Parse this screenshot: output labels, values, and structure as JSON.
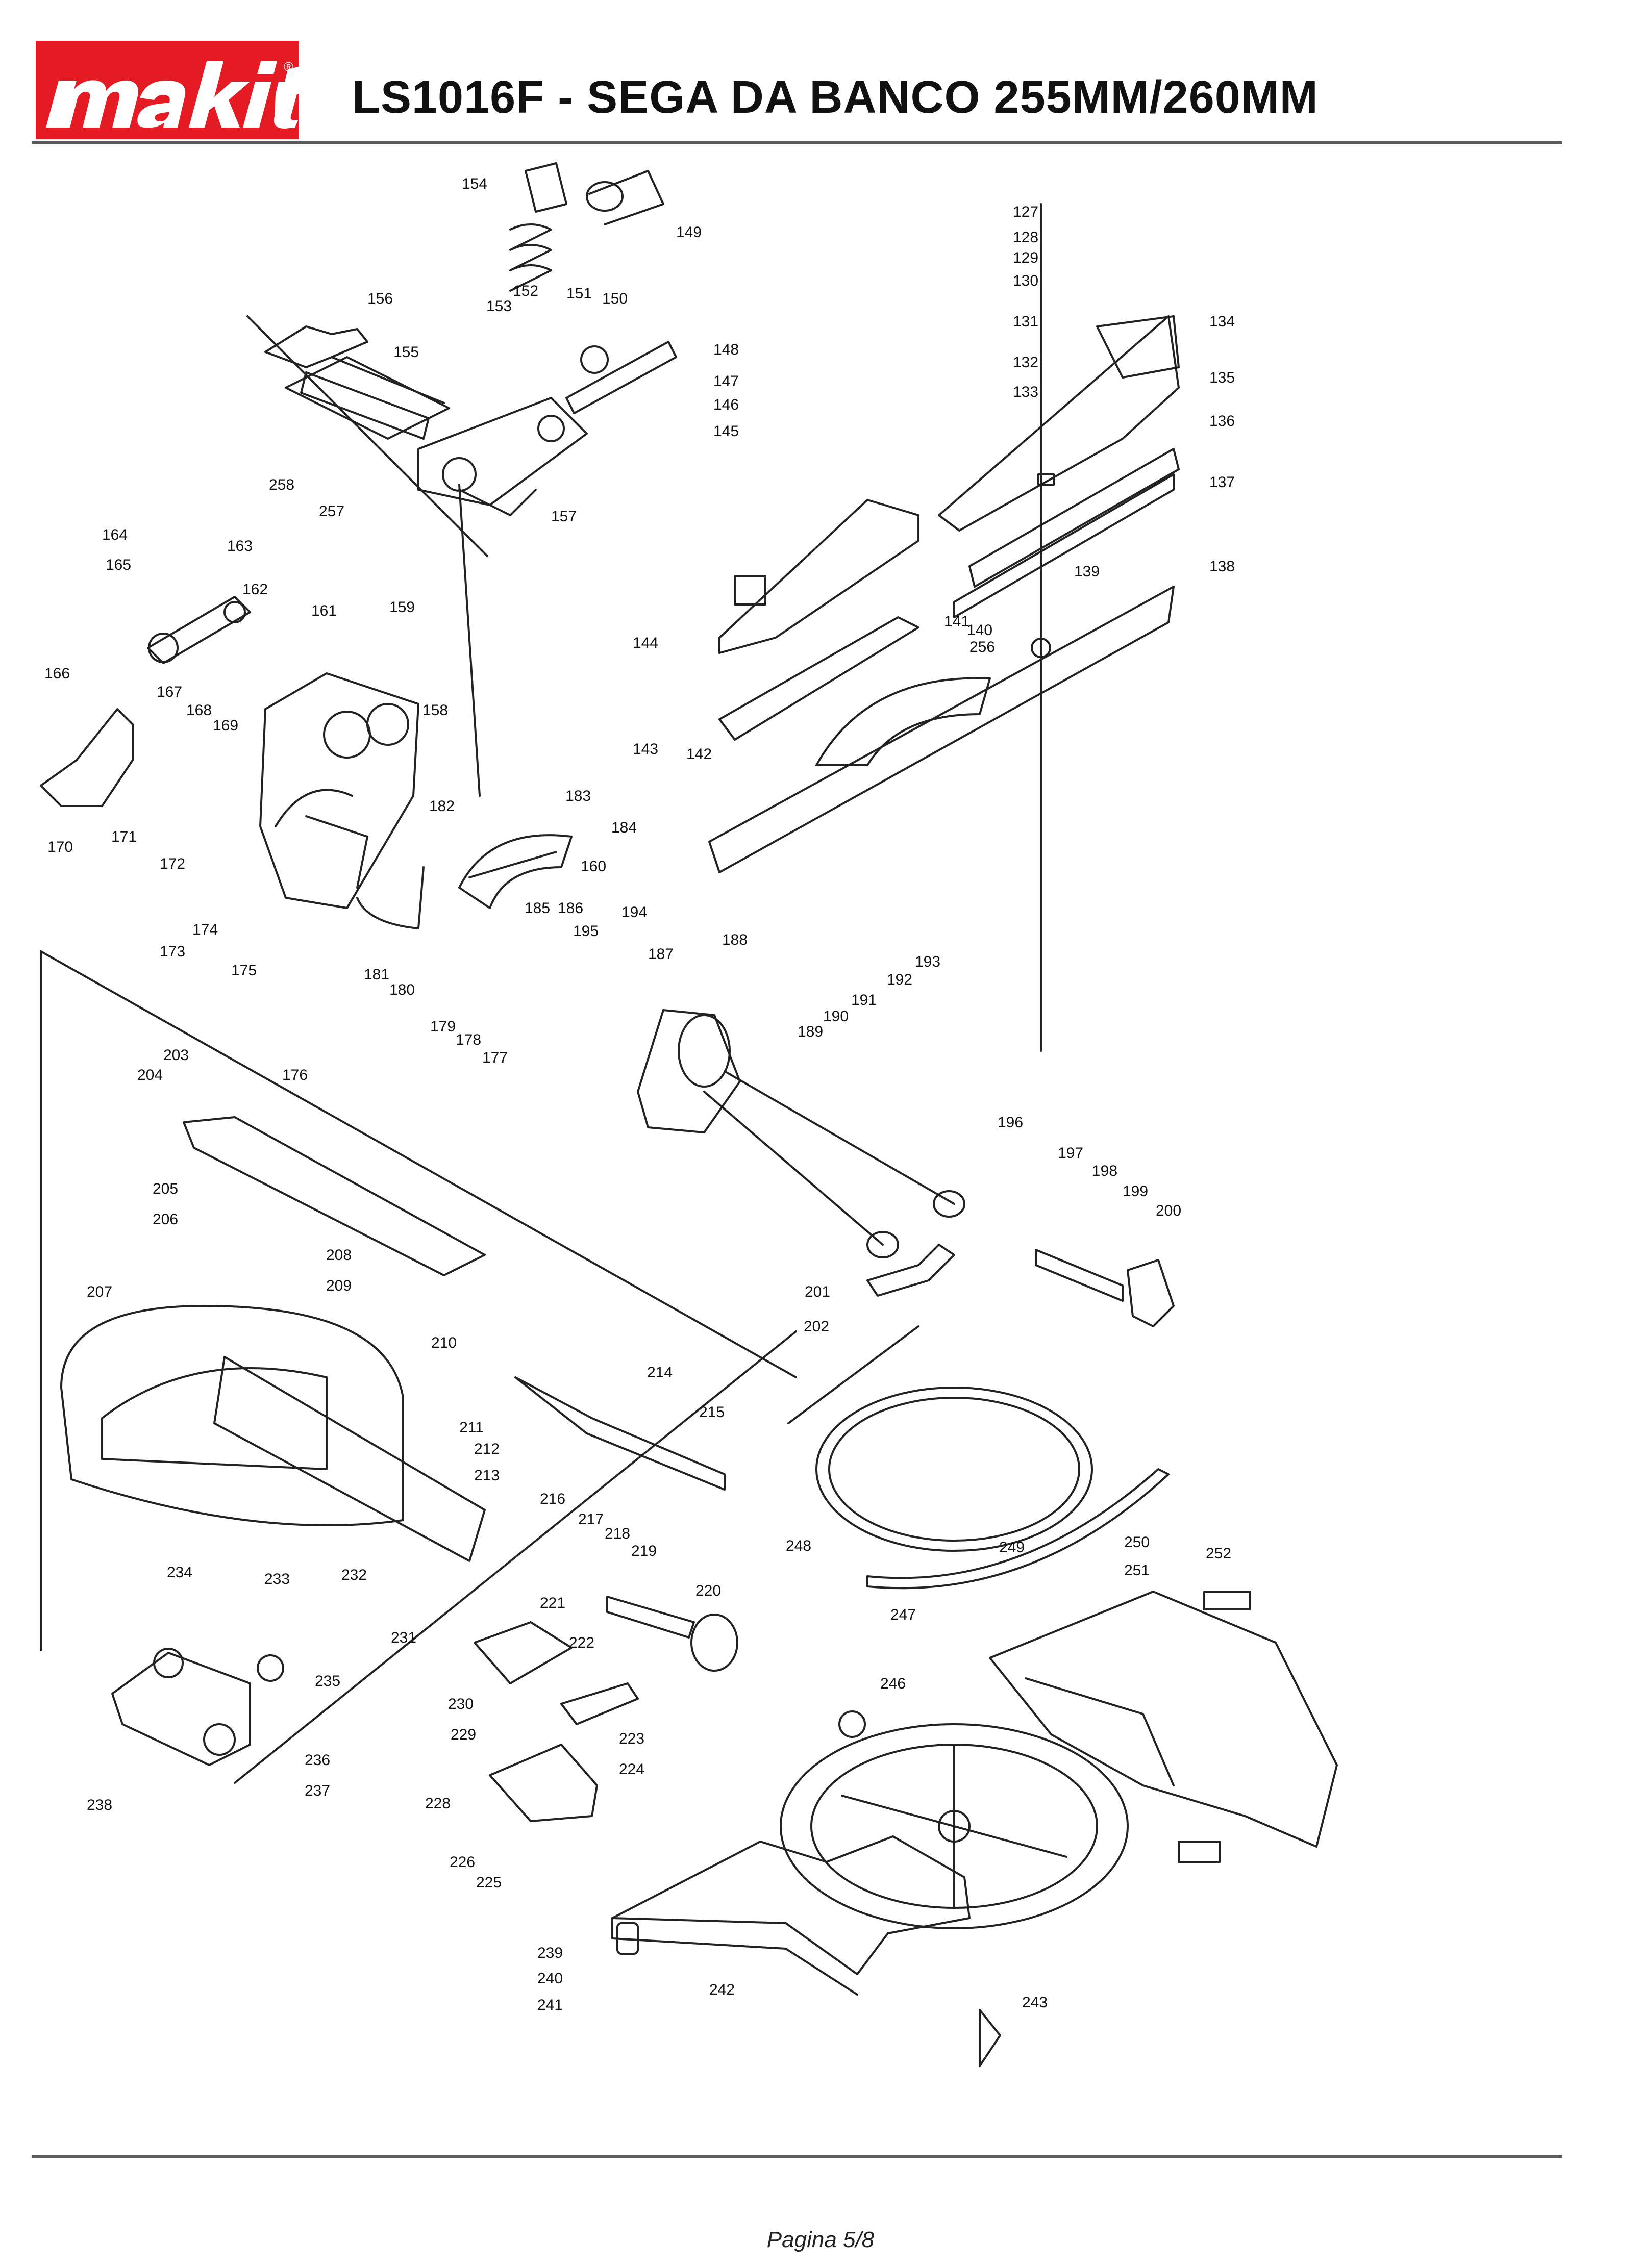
{
  "brand": {
    "name": "makita",
    "mark": "®",
    "color": "#e41b23"
  },
  "header": {
    "title": "LS1016F - SEGA DA BANCO 255MM/260MM"
  },
  "footer": {
    "page": "Pagina 5/8"
  },
  "part_numbers": [
    "127",
    "128",
    "129",
    "130",
    "131",
    "132",
    "133",
    "134",
    "135",
    "136",
    "137",
    "138",
    "139",
    "140",
    "141",
    "142",
    "143",
    "144",
    "145",
    "146",
    "147",
    "148",
    "149",
    "150",
    "151",
    "152",
    "153",
    "154",
    "155",
    "156",
    "157",
    "158",
    "159",
    "160",
    "161",
    "162",
    "163",
    "164",
    "165",
    "166",
    "167",
    "168",
    "169",
    "170",
    "171",
    "172",
    "173",
    "174",
    "175",
    "176",
    "177",
    "178",
    "179",
    "180",
    "181",
    "182",
    "183",
    "184",
    "185",
    "186",
    "187",
    "188",
    "189",
    "190",
    "191",
    "192",
    "193",
    "194",
    "195",
    "196",
    "197",
    "198",
    "199",
    "200",
    "201",
    "202",
    "203",
    "204",
    "205",
    "206",
    "207",
    "208",
    "209",
    "210",
    "211",
    "212",
    "213",
    "214",
    "215",
    "216",
    "217",
    "218",
    "219",
    "220",
    "221",
    "222",
    "223",
    "224",
    "225",
    "226",
    "228",
    "229",
    "230",
    "231",
    "232",
    "233",
    "234",
    "235",
    "236",
    "237",
    "238",
    "239",
    "240",
    "241",
    "242",
    "243",
    "246",
    "247",
    "248",
    "249",
    "250",
    "251",
    "252",
    "256",
    "257",
    "258"
  ],
  "colors": {
    "line": "#222222",
    "label": "#111111",
    "rule": "#5a5a5a"
  }
}
